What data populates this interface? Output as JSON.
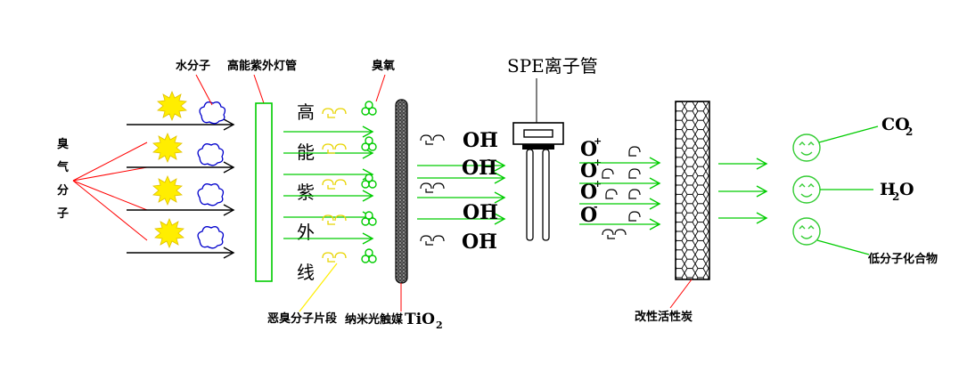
{
  "labels": {
    "odor_gas": [
      "臭",
      "气",
      "分",
      "子"
    ],
    "water_molecule": "水分子",
    "uv_lamp": "高能紫外灯管",
    "ozone": "臭氧",
    "spe": "SPE离子管",
    "uv_chars": [
      "高",
      "能",
      "紫",
      "外",
      "线"
    ],
    "odor_fragment": "恶臭分子片段",
    "photocatalyst": "纳米光触媒",
    "tio2_main": "TiO",
    "tio2_sub": "2",
    "carbon": "改性活性炭",
    "low_molecule": "低分子化合物"
  },
  "species": {
    "oh": "OH",
    "oh_charge": "-",
    "o": "O",
    "plus": "+",
    "minus": "-",
    "co2_main": "CO",
    "co2_sub": "2",
    "h2o_h": "H",
    "h2o_sub": "2",
    "h2o_o": "O",
    "fragment_glyph": "ⵎ"
  },
  "colors": {
    "arrow_black": "#000000",
    "arrow_green": "#00cc00",
    "leader_red": "#ff0000",
    "leader_yellow": "#ffee00",
    "ozone_green": "#00cc00",
    "water_blue": "#0000cc",
    "star_yellow": "#ffee00",
    "smiley_green": "#33cc33",
    "leader_green": "#00cc00"
  }
}
